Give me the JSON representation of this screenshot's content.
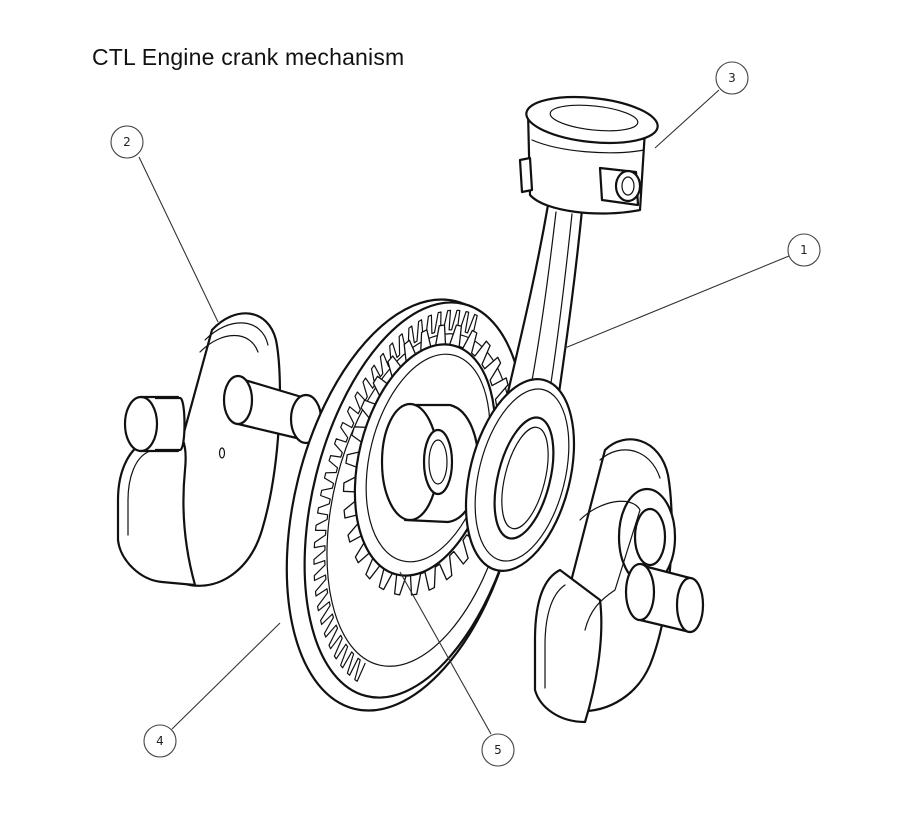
{
  "title": "CTL Engine crank mechanism",
  "callouts": [
    {
      "id": "1",
      "label": "1"
    },
    {
      "id": "2",
      "label": "2"
    },
    {
      "id": "3",
      "label": "3"
    },
    {
      "id": "4",
      "label": "4"
    },
    {
      "id": "5",
      "label": "5"
    }
  ]
}
